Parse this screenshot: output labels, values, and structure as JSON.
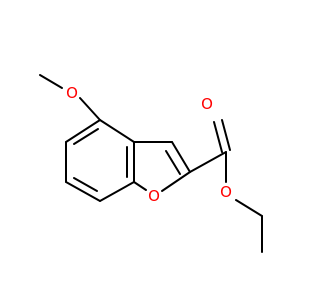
{
  "molecule": {
    "atoms": [
      {
        "label": "O",
        "color": "#ff0000",
        "role": "methoxy-oxygen"
      },
      {
        "label": "O",
        "color": "#ff0000",
        "role": "furan-ring-oxygen"
      },
      {
        "label": "O",
        "color": "#ff0000",
        "role": "carbonyl-oxygen"
      },
      {
        "label": "O",
        "color": "#ff0000",
        "role": "ester-oxygen"
      }
    ],
    "bond_color": "#000000"
  }
}
